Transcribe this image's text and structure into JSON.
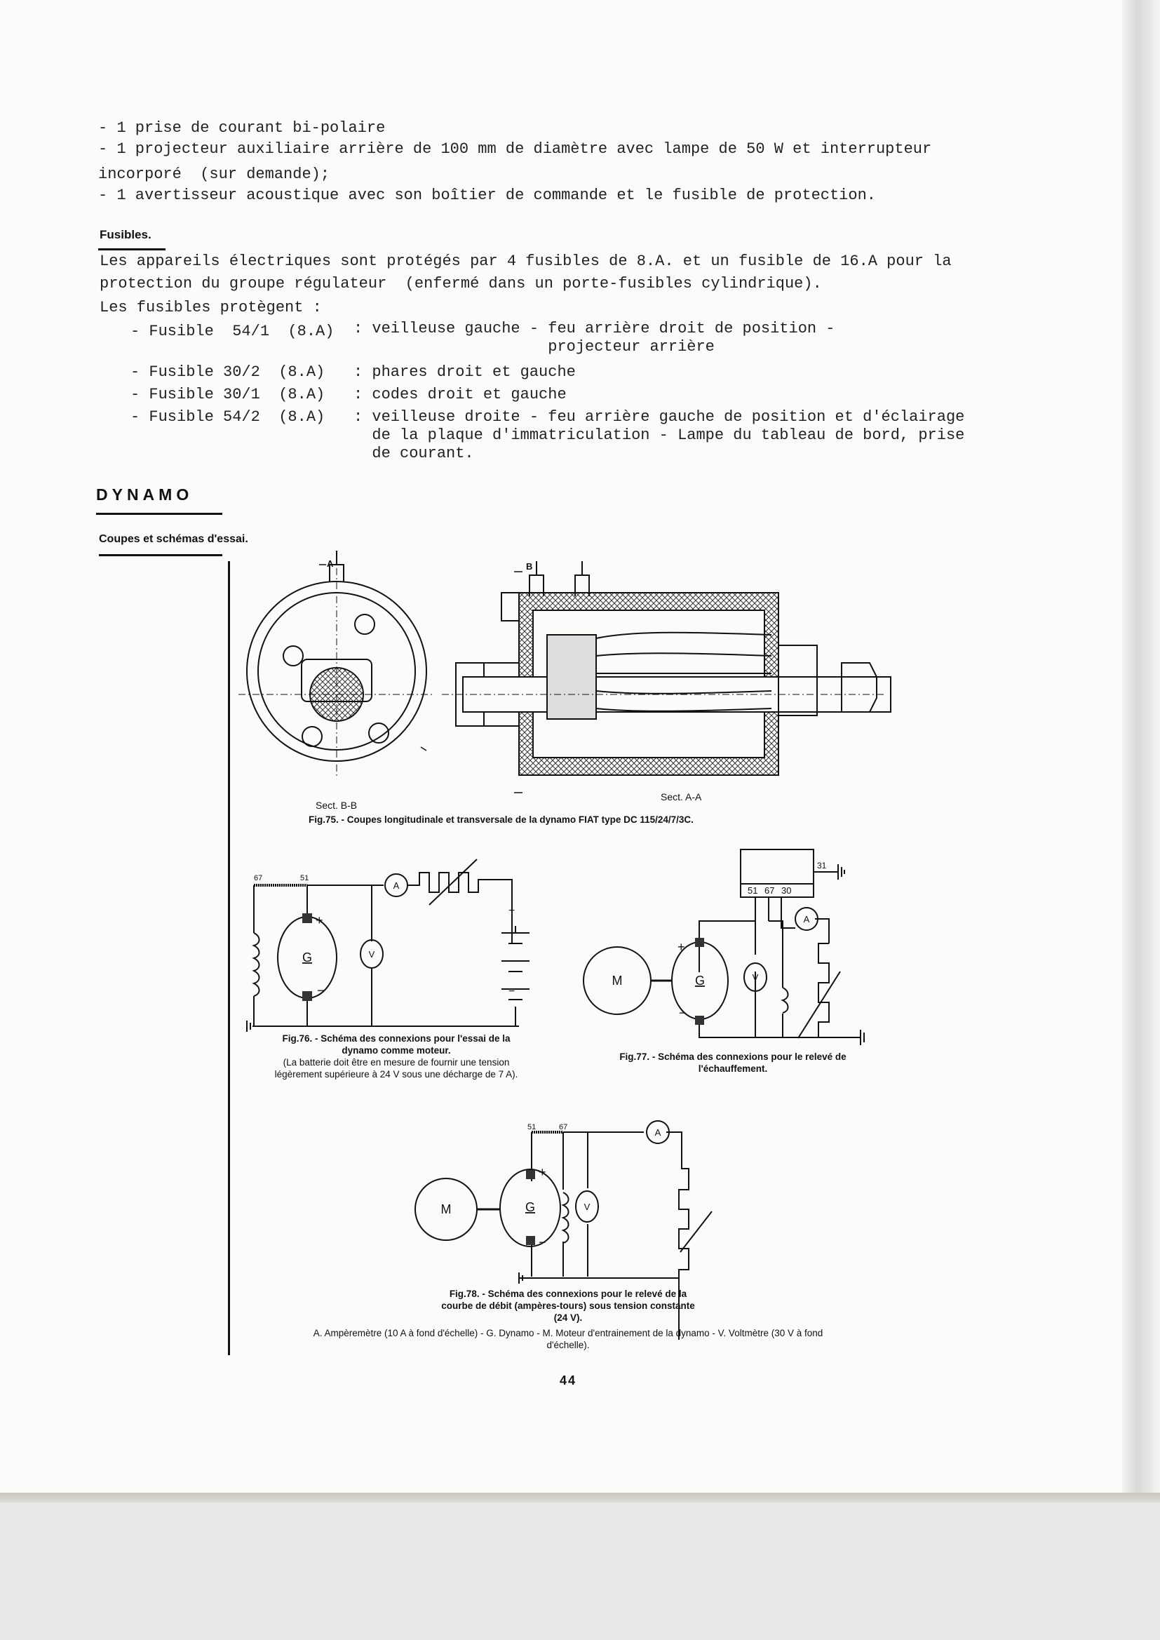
{
  "equipment_list": [
    "- 1 prise de courant bi-polaire",
    "- 1 projecteur auxiliaire arrière de 100 mm de diamètre avec lampe de 50 W et interrupteur",
    "incorporé  (sur demande);",
    "- 1 avertisseur acoustique avec son boîtier de commande et le fusible de protection."
  ],
  "fusibles": {
    "heading": "Fusibles.",
    "para": [
      "Les appareils électriques sont protégés par 4 fusibles de 8.A. et un fusible de 16.A pour la",
      "protection du groupe régulateur  (enfermé dans un porte-fusibles cylindrique).",
      "Les fusibles protègent :"
    ],
    "rows": [
      {
        "fuse": "- Fusible  54/1  (8.A)",
        "lines": [
          ": veilleuse gauche - feu arrière droit de position -",
          "                     projecteur arrière"
        ]
      },
      {
        "fuse": "- Fusible 30/2  (8.A)",
        "lines": [
          ": phares droit et gauche"
        ]
      },
      {
        "fuse": "- Fusible 30/1  (8.A)",
        "lines": [
          ": codes droit et gauche"
        ]
      },
      {
        "fuse": "- Fusible 54/2  (8.A)",
        "lines": [
          ": veilleuse droite - feu arrière gauche de position et d'éclairage",
          "  de la plaque d'immatriculation - Lampe du tableau de bord, prise",
          "  de courant."
        ]
      }
    ]
  },
  "dynamo": {
    "heading": "DYNAMO",
    "subheading": "Coupes et schémas d'essai."
  },
  "fig75": {
    "sect_bb": "Sect. B-B",
    "sect_aa": "Sect. A-A",
    "mark_a": "A",
    "mark_b": "B",
    "caption": "Fig.75. - Coupes longitudinale et transversale de la dynamo FIAT type DC 115/24/7/3C."
  },
  "fig76": {
    "t67": "67",
    "t51": "51",
    "ammeter": "A",
    "voltmeter": "V",
    "gen": "G",
    "plus": "+",
    "minus": "−",
    "caption1": "Fig.76. - Schéma des connexions pour l'essai de la",
    "caption2": "dynamo comme moteur.",
    "note1": "(La batterie doit être en mesure de fournir une tension",
    "note2": "légèrement supérieure à 24 V sous une décharge de 7 A)."
  },
  "fig77": {
    "t31": "31",
    "t51": "51",
    "t67": "67",
    "t30": "30",
    "ammeter": "A",
    "voltmeter": "V",
    "gen": "G",
    "motor": "M",
    "plus": "+",
    "minus": "−",
    "caption1": "Fig.77. - Schéma des connexions pour le relevé de",
    "caption2": "l'échauffement."
  },
  "fig78": {
    "t51": "51",
    "t67": "67",
    "ammeter": "A",
    "voltmeter": "V",
    "gen": "G",
    "motor": "M",
    "plus": "+",
    "minus": "−",
    "caption1": "Fig.78. - Schéma des connexions pour le relevé de la",
    "caption2": "courbe de débit (ampères-tours) sous tension constante",
    "caption3": "(24 V)."
  },
  "legend": [
    "A. Ampèremètre (10 A à fond d'échelle) - G. Dynamo - M. Moteur d'entrainement de la dynamo - V. Voltmètre (30 V à fond",
    "d'échelle)."
  ],
  "page_number": "44"
}
